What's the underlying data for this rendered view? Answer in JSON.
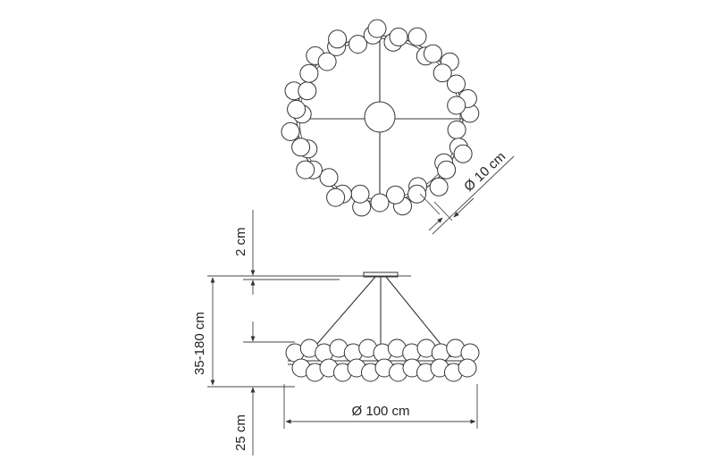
{
  "dimensions": {
    "canopy_height": "2 cm",
    "drop_height": "35-180 cm",
    "ring_diameter": "Ø 100 cm",
    "body_height": "25 cm",
    "globe_diameter": "Ø 10 cm"
  },
  "colors": {
    "line": "#333333",
    "background": "#ffffff"
  }
}
